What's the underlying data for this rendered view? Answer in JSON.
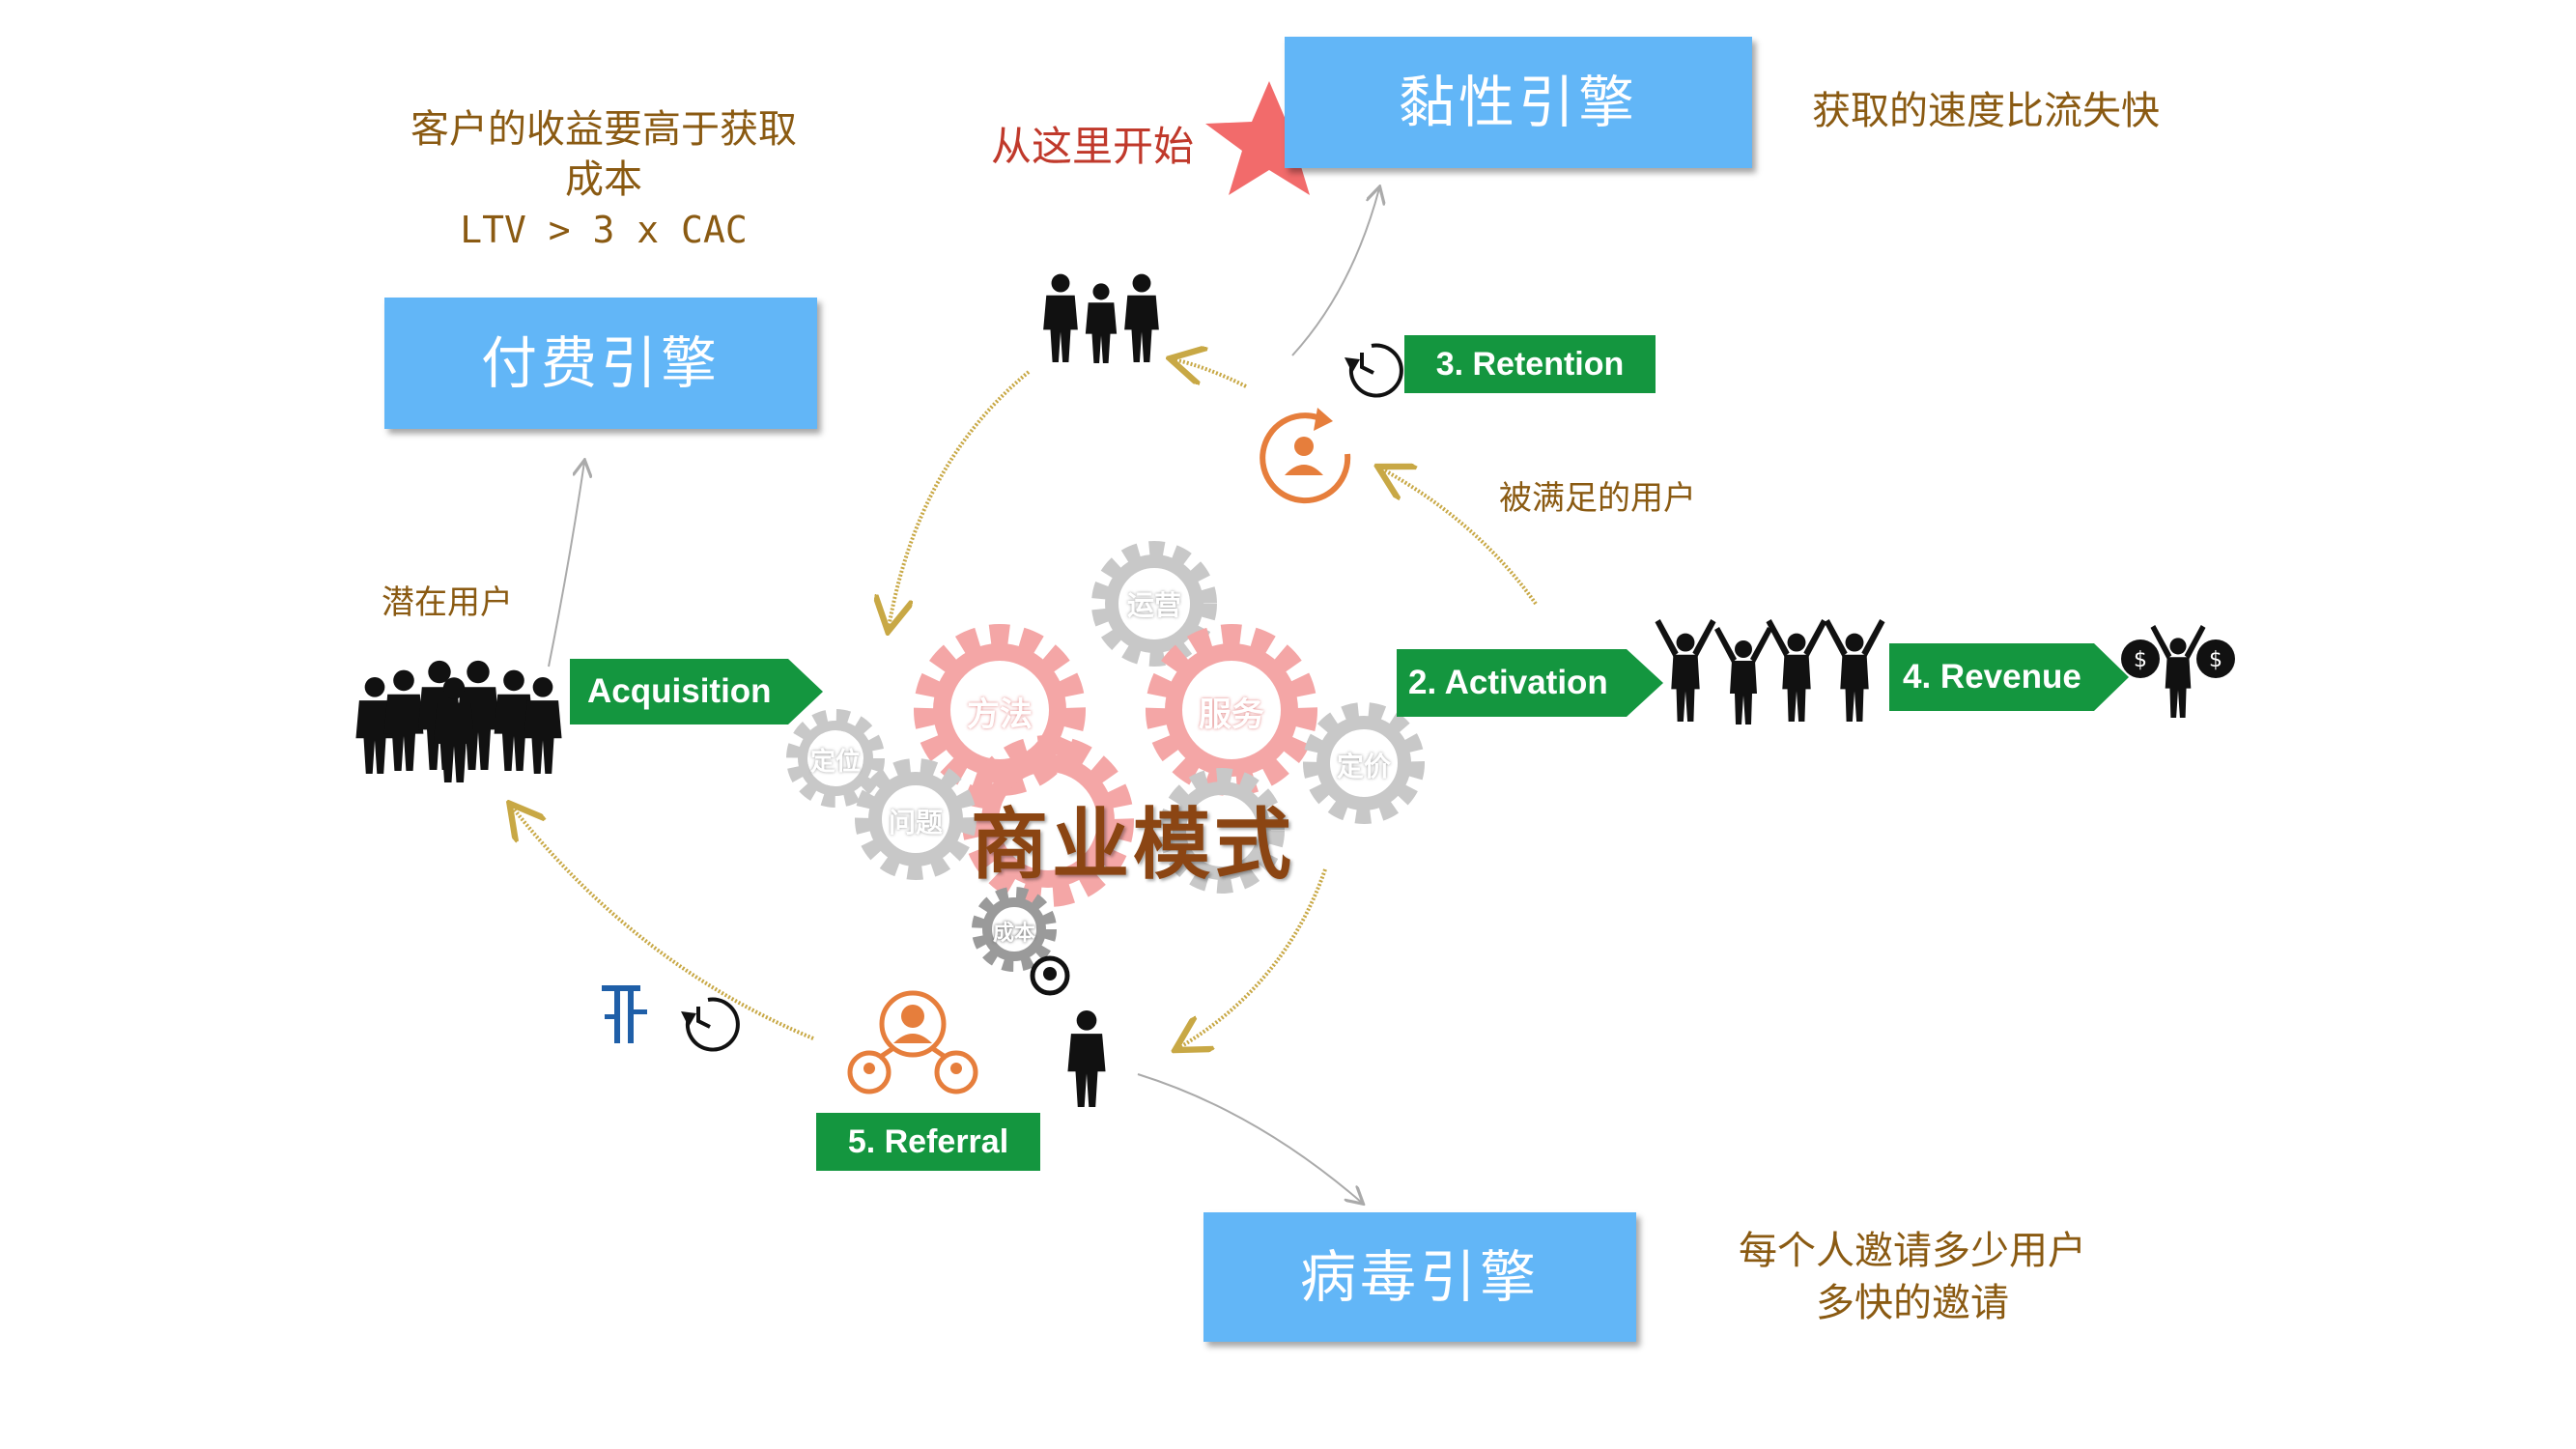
{
  "engines": {
    "paid": "付费引擎",
    "sticky": "黏性引擎",
    "viral": "病毒引擎"
  },
  "steps": {
    "acquisition": "Acquisition",
    "activation": "2. Activation",
    "retention": "3. Retention",
    "revenue": "4. Revenue",
    "referral": "5. Referral"
  },
  "notes": {
    "ltv_line1": "客户的收益要高于获取",
    "ltv_line2": "成本",
    "ltv_formula": "LTV > 3 x CAC",
    "start_here": "从这里开始",
    "sticky_note": "获取的速度比流失快",
    "potential_users": "潜在用户",
    "satisfied_users": "被满足的用户",
    "viral_line1": "每个人邀请多少用户",
    "viral_line2": "多快的邀请"
  },
  "center": {
    "title": "商业模式",
    "gears": {
      "ops": "运营",
      "method": "方法",
      "service": "服务",
      "position": "定位",
      "pricing": "定价",
      "problem": "问题",
      "cost": "成本"
    }
  },
  "colors": {
    "engine_box": "#62b6f7",
    "step_box": "#14963f",
    "note_text": "#8a5a12",
    "start_text": "#c0392b",
    "star": "#f26b6b",
    "gear_pink": "#f4a6a6",
    "gear_grey": "#c8c8c8",
    "icon_orange": "#e67e3c",
    "flow_arrow": "#c8a845"
  },
  "icons": {
    "start": "star-icon",
    "crowd": "crowd-icon",
    "team": "team-icon",
    "cheering": "cheering-people-icon",
    "money": "money-bag-person-icon",
    "user_refresh": "user-refresh-icon",
    "user_share": "user-share-icon",
    "clock": "clock-icon",
    "speaker": "speaker-person-icon"
  }
}
